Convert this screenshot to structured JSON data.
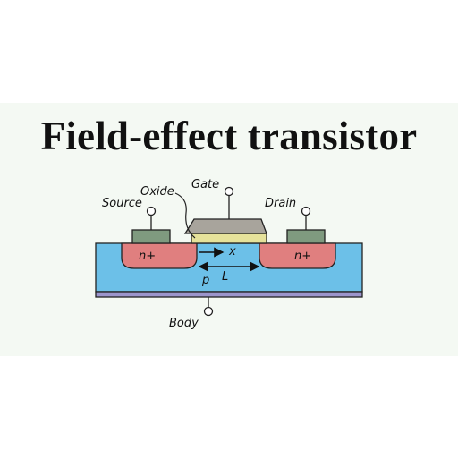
{
  "title": "Field-effect transistor",
  "labels": {
    "source": "Source",
    "oxide": "Oxide",
    "gate": "Gate",
    "drain": "Drain",
    "n_left": "n+",
    "n_right": "n+",
    "x": "x",
    "p": "p",
    "L": "L",
    "body": "Body"
  },
  "colors": {
    "substrate": "#6cc0e8",
    "n_region": "#e07f7f",
    "contact": "#7f9a7f",
    "gate": "#a8a49c",
    "oxide": "#e6e29a",
    "body_contact": "#9c95cc",
    "background": "#f4f9f3"
  }
}
